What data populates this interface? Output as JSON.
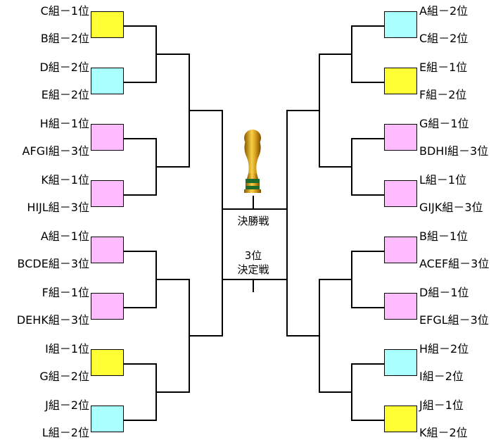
{
  "colors": {
    "yellow": "#ffff33",
    "cyan": "#aaffff",
    "pink": "#ffbbff",
    "line": "#000000"
  },
  "left_matches": [
    {
      "top": "C組－1位",
      "bottom": "B組－2位",
      "color": "yellow"
    },
    {
      "top": "D組－2位",
      "bottom": "E組－2位",
      "color": "cyan"
    },
    {
      "top": "H組－1位",
      "bottom": "AFGI組－3位",
      "color": "pink"
    },
    {
      "top": "K組－1位",
      "bottom": "HIJL組－3位",
      "color": "pink"
    },
    {
      "top": "A組－1位",
      "bottom": "BCDE組－3位",
      "color": "pink"
    },
    {
      "top": "F組－1位",
      "bottom": "DEHK組－3位",
      "color": "pink"
    },
    {
      "top": "I組－1位",
      "bottom": "G組－2位",
      "color": "yellow"
    },
    {
      "top": "J組－2位",
      "bottom": "L組－2位",
      "color": "cyan"
    }
  ],
  "right_matches": [
    {
      "top": "A組－2位",
      "bottom": "C組－2位",
      "color": "cyan"
    },
    {
      "top": "E組－1位",
      "bottom": "F組－2位",
      "color": "yellow"
    },
    {
      "top": "G組－1位",
      "bottom": "BDHI組－3位",
      "color": "pink"
    },
    {
      "top": "L組－1位",
      "bottom": "GIJK組－3位",
      "color": "pink"
    },
    {
      "top": "B組－1位",
      "bottom": "ACEF組－3位",
      "color": "pink"
    },
    {
      "top": "D組－1位",
      "bottom": "EFGL組－3位",
      "color": "pink"
    },
    {
      "top": "H組－2位",
      "bottom": "I組－2位",
      "color": "cyan"
    },
    {
      "top": "J組－1位",
      "bottom": "K組－2位",
      "color": "yellow"
    }
  ],
  "final_label": "決勝戦",
  "third_place_label_line1": "3位",
  "third_place_label_line2": "決定戦",
  "trophy_icon": "trophy-icon"
}
